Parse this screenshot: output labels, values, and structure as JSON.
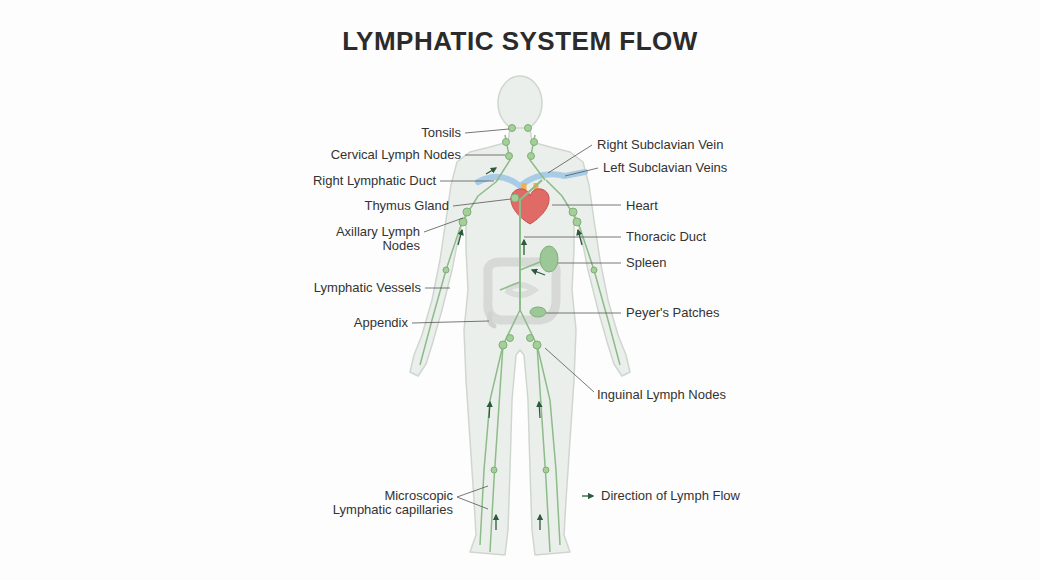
{
  "diagram": {
    "title": "LYMPHATIC SYSTEM FLOW",
    "labels": [
      "Tonsils",
      "Cervical Lymph Nodes",
      "Right Lymphatic Duct",
      "Thymus Gland",
      "Axillary Lymph Nodes",
      "Lymphatic Vessels",
      "Appendix",
      "Microscopic Lymphatic capillaries",
      "Right Subclavian Vein",
      "Left Subclavian Veins",
      "Heart",
      "Thoracic Duct",
      "Spleen",
      "Peyer's Patches",
      "Inguinal Lymph Nodes"
    ],
    "legend": [
      {
        "text": "Direction of Lymph Flow"
      }
    ]
  }
}
